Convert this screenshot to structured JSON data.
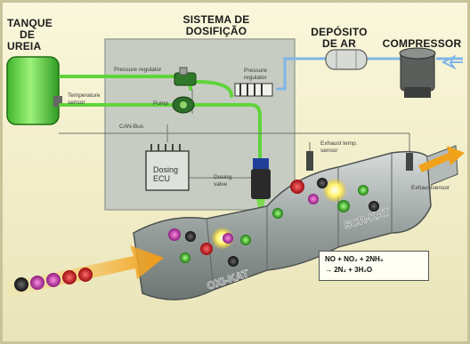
{
  "headings": {
    "urea_tank": [
      "TANQUE",
      "DE",
      "UREIA"
    ],
    "dosing_system": [
      "SISTEMA DE",
      "DOSIFIÇÃO"
    ],
    "air_tank": [
      "DEPÓSITO",
      "DE AR"
    ],
    "compressor": "COMPRESSOR"
  },
  "labels": {
    "pressure_regulator": "Pressure regulator",
    "temperature_sensor": [
      "Temperature",
      "sensor"
    ],
    "pump": "Pump",
    "pressure_regulator_2": [
      "Pressure",
      "regulator"
    ],
    "cn_bus": "CAN-Bus",
    "dosing_ecu": [
      "Dosing",
      "ECU"
    ],
    "dosing_valve": [
      "Dosing",
      "valve"
    ],
    "exhaust_temp_sensor": [
      "Exhaust temp.",
      "sensor"
    ],
    "exhaust_sensor": "Exhaustsensor",
    "oxi_kat": "OXI-KAT",
    "scr_kat": "SCR-KAT"
  },
  "equation": {
    "line1": "NO + NO₂ + 2NH₃",
    "line2": "→ 2N₂ + 3H₂O"
  },
  "colors": {
    "urea": "#5fd43a",
    "air_line": "#7fb6e8",
    "dosing_box": "#c9cec4",
    "catalyst": "#a3aba8",
    "exhaust_arrow": "#f1a21b"
  }
}
